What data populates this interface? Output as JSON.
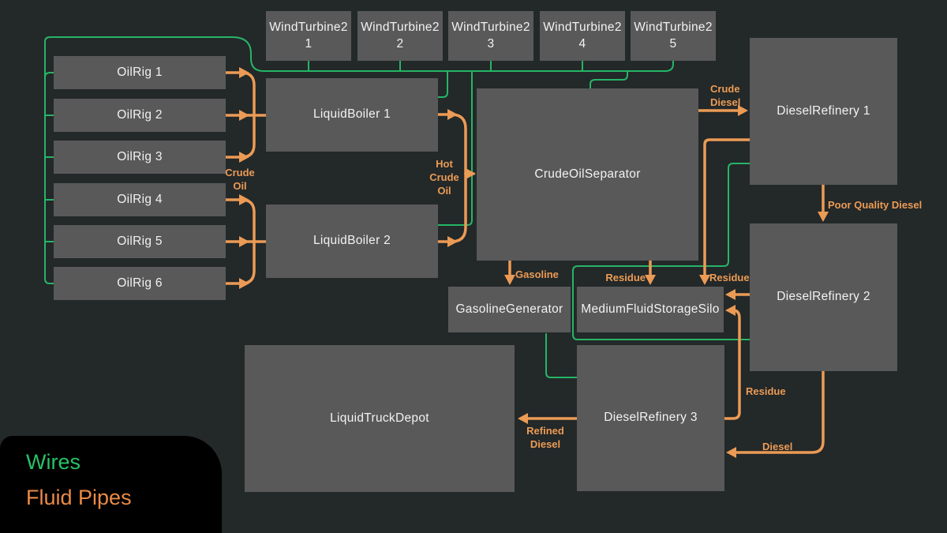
{
  "legend": {
    "wires_label": "Wires",
    "fluid_pipes_label": "Fluid Pipes"
  },
  "colors": {
    "background": "#232829",
    "node_fill": "#595959",
    "wire_green": "#26b566",
    "pipe_orange": "#eb9b55",
    "legend_background": "#000000"
  },
  "nodes": {
    "wt1": {
      "label": "WindTurbine2 1"
    },
    "wt2": {
      "label": "WindTurbine2 2"
    },
    "wt3": {
      "label": "WindTurbine2 3"
    },
    "wt4": {
      "label": "WindTurbine2 4"
    },
    "wt5": {
      "label": "WindTurbine2 5"
    },
    "oilrig1": {
      "label": "OilRig 1"
    },
    "oilrig2": {
      "label": "OilRig 2"
    },
    "oilrig3": {
      "label": "OilRig 3"
    },
    "oilrig4": {
      "label": "OilRig 4"
    },
    "oilrig5": {
      "label": "OilRig 5"
    },
    "oilrig6": {
      "label": "OilRig 6"
    },
    "boiler1": {
      "label": "LiquidBoiler 1"
    },
    "boiler2": {
      "label": "LiquidBoiler 2"
    },
    "separator": {
      "label": "CrudeOilSeparator"
    },
    "refinery1": {
      "label": "DieselRefinery 1"
    },
    "refinery2": {
      "label": "DieselRefinery 2"
    },
    "gasgen": {
      "label": "GasolineGenerator"
    },
    "silo": {
      "label": "MediumFluidStorageSilo"
    },
    "depot": {
      "label": "LiquidTruckDepot"
    },
    "refinery3": {
      "label": "DieselRefinery 3"
    }
  },
  "pipe_labels": {
    "crude_oil": {
      "lines": [
        "Crude",
        "Oil"
      ]
    },
    "hot_crude_oil": {
      "lines": [
        "Hot",
        "Crude",
        "Oil"
      ]
    },
    "crude_diesel": {
      "lines": [
        "Crude",
        "Diesel"
      ]
    },
    "gasoline": {
      "text": "Gasoline"
    },
    "residue_separator": {
      "text": "Residue"
    },
    "residue_refinery1": {
      "text": "Residue"
    },
    "poor_quality_diesel": {
      "text": "Poor Quality Diesel"
    },
    "residue_refinery3": {
      "text": "Residue"
    },
    "diesel": {
      "text": "Diesel"
    },
    "refined_diesel": {
      "lines": [
        "Refined",
        "Diesel"
      ]
    }
  }
}
